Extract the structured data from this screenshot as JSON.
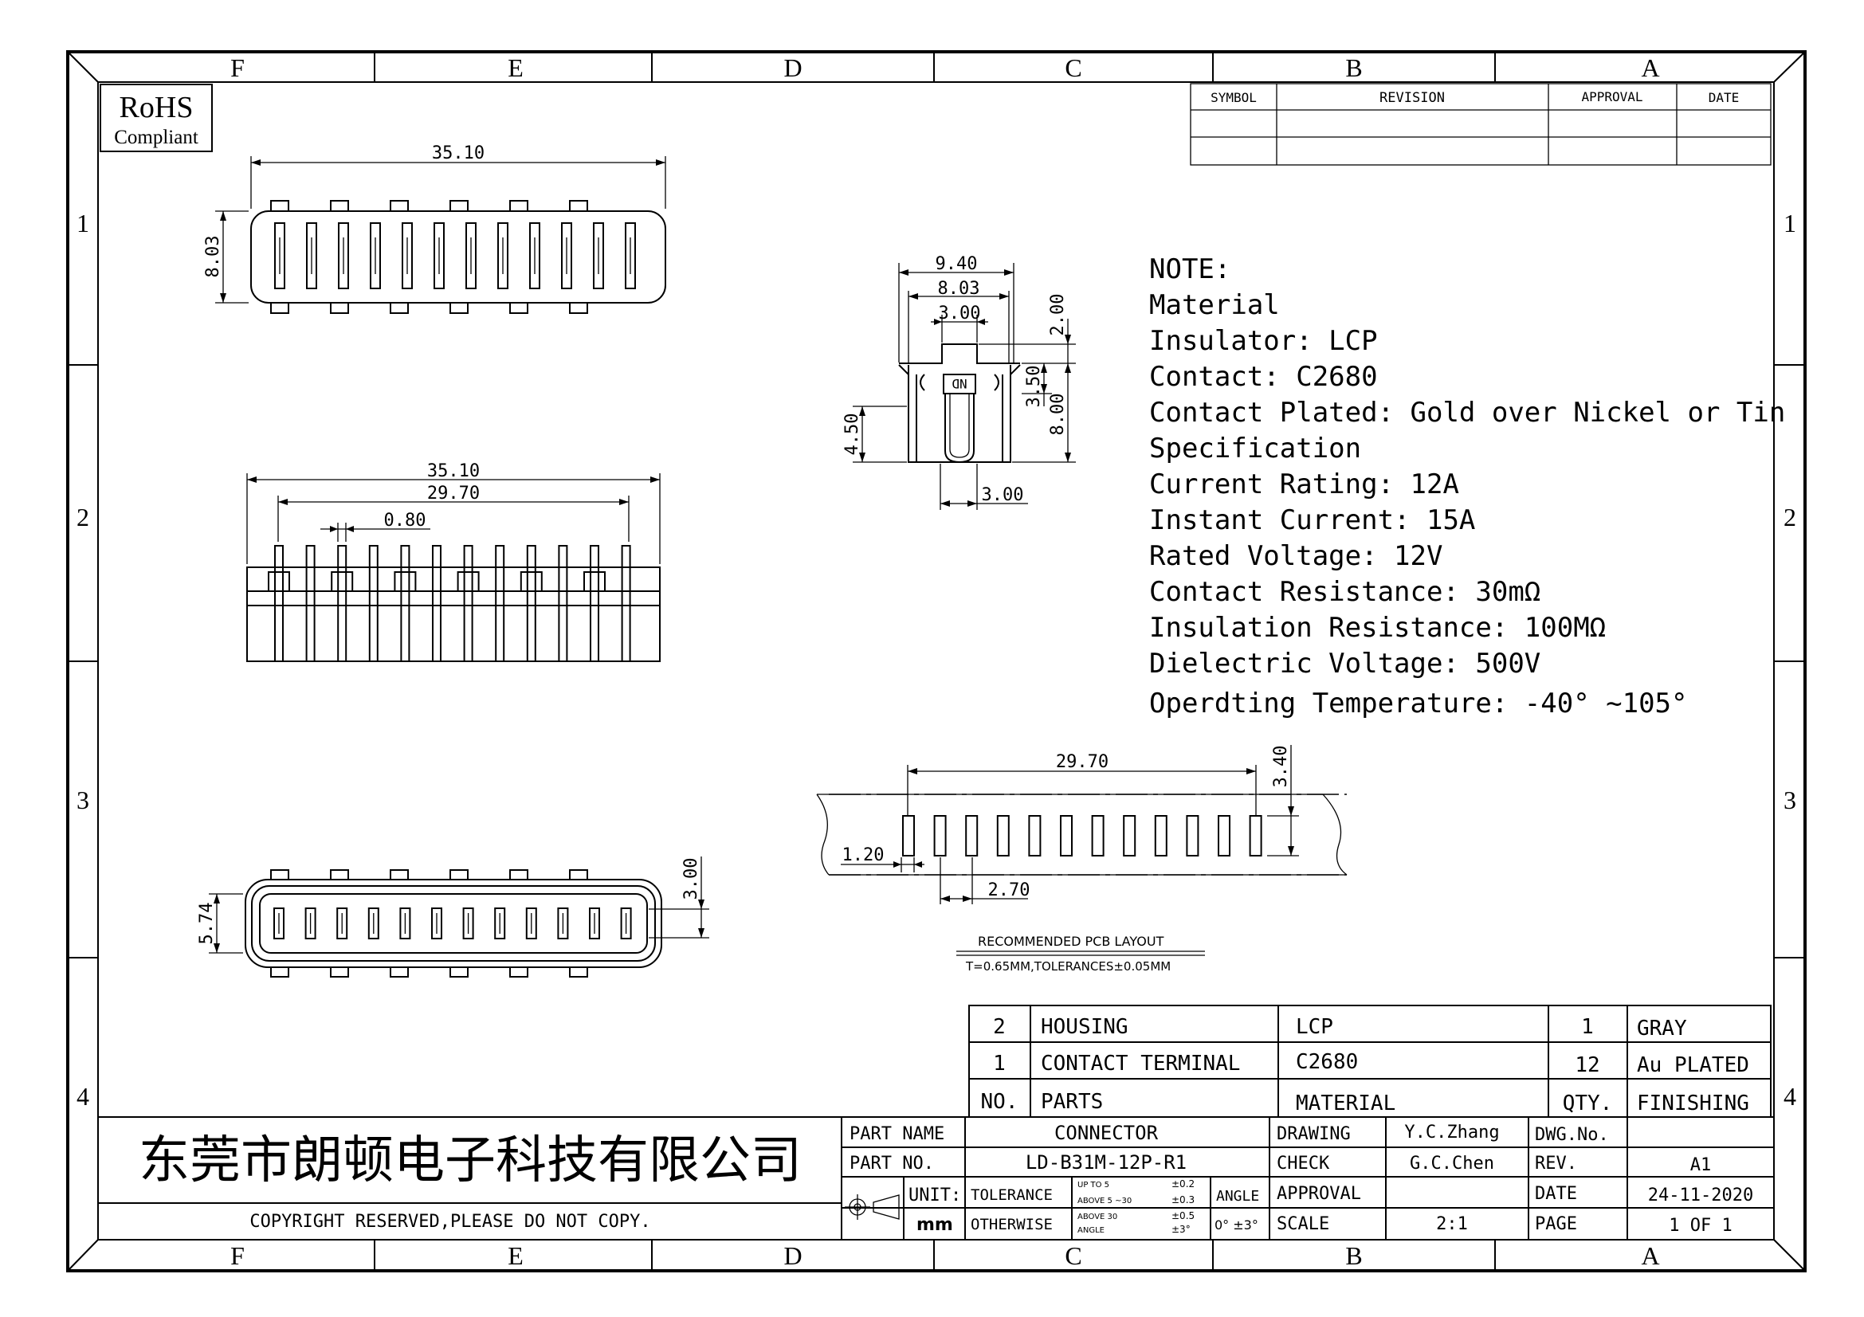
{
  "frame": {
    "columns": [
      "F",
      "E",
      "D",
      "C",
      "B",
      "A"
    ],
    "rows": [
      "1",
      "2",
      "3",
      "4"
    ]
  },
  "rohs": {
    "line1": "RoHS",
    "line2": "Compliant"
  },
  "revision_table": {
    "headers": [
      "SYMBOL",
      "REVISION",
      "APPROVAL",
      "DATE"
    ]
  },
  "dims": {
    "top_length": "35.10",
    "top_height": "8.03",
    "side_w1": "9.40",
    "side_w2": "8.03",
    "side_w3": "3.00",
    "side_h1": "2.00",
    "side_h2": "3.50",
    "side_h3": "8.00",
    "side_h4": "4.50",
    "side_bottom": "3.00",
    "side_mark": "ND",
    "front_length": "35.10",
    "front_span": "29.70",
    "front_pin": "0.80",
    "pcb_span": "29.70",
    "pcb_height": "3.40",
    "pcb_left": "1.20",
    "pcb_pitch": "2.70",
    "bottom_height": "5.74",
    "bottom_width": "3.00"
  },
  "pcb_layout": {
    "title": "RECOMMENDED PCB LAYOUT",
    "note": "T=0.65MM,TOLERANCES±0.05MM"
  },
  "notes": [
    "NOTE:",
    "Material",
    "Insulator: LCP",
    "Contact: C2680",
    "Contact Plated: Gold over Nickel or Tin",
    "Specification",
    "Current Rating: 12A",
    "Instant Current: 15A",
    "Rated Voltage:  12V",
    "Contact Resistance: 30mΩ",
    "Insulation Resistance: 100MΩ",
    "Dielectric Voltage: 500V",
    "Operdting Temperature: -40° ~105°"
  ],
  "bom": {
    "rows": [
      [
        "2",
        "HOUSING",
        "LCP",
        "1",
        "GRAY"
      ],
      [
        "1",
        "CONTACT TERMINAL",
        "C2680",
        "12",
        "Au PLATED"
      ]
    ],
    "headers": [
      "NO.",
      "PARTS",
      "MATERIAL",
      "QTY.",
      "FINISHING"
    ]
  },
  "title_block": {
    "company": "东莞市朗顿电子科技有限公司",
    "copyright": "COPYRIGHT RESERVED,PLEASE DO NOT COPY.",
    "part_name_label": "PART NAME",
    "part_name": "CONNECTOR",
    "part_no_label": "PART NO.",
    "part_no": "LD-B31M-12P-R1",
    "unit_label": "UNIT:",
    "unit": "mm",
    "tolerance_label": "TOLERANCE",
    "otherwise_label": "OTHERWISE",
    "tol_upto": "UP TO 5",
    "tol_upto_val": "±0.2",
    "tol_above5": "ABOVE 5 ~30",
    "tol_above5_val": "±0.3",
    "tol_above30": "ABOVE 30",
    "tol_above30_val": "±0.5",
    "tol_angle": "ANGLE",
    "tol_angle_val": "±3°",
    "angle_label": "ANGLE",
    "angle_val": "0° ±3°",
    "drawing_label": "DRAWING",
    "drawing": "Y.C.Zhang",
    "check_label": "CHECK",
    "check": "G.C.Chen",
    "approval_label": "APPROVAL",
    "approval": "",
    "scale_label": "SCALE",
    "scale": "2:1",
    "dwg_no_label": "DWG.No.",
    "dwg_no": "",
    "rev_label": "REV.",
    "rev": "A1",
    "date_label": "DATE",
    "date": "24-11-2020",
    "page_label": "PAGE",
    "page": "1 OF 1"
  }
}
